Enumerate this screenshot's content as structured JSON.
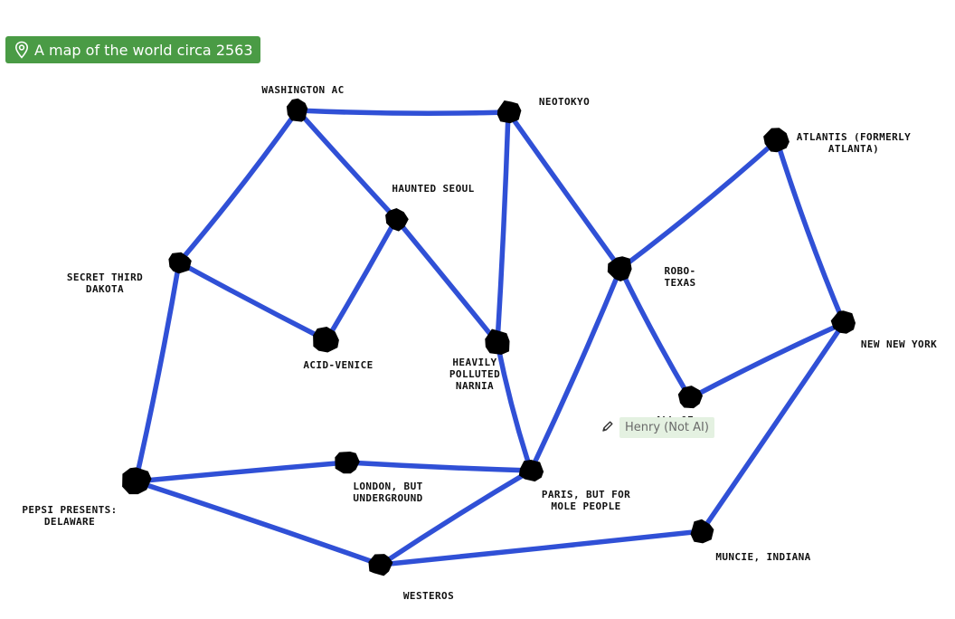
{
  "title": {
    "icon": "map-pin-icon",
    "text": "A map of the world circa 2563",
    "background": "#4a9b45"
  },
  "route_color": "#3050d6",
  "node_color": "#000000",
  "cities": [
    {
      "id": "washington-ac",
      "label": "WASHINGTON AC"
    },
    {
      "id": "neotokyo",
      "label": "NEOTOKYO"
    },
    {
      "id": "atlantis",
      "label": "ATLANTIS (FORMERLY\nATLANTA)"
    },
    {
      "id": "haunted-seoul",
      "label": "HAUNTED SEOUL"
    },
    {
      "id": "secret-third-dakota",
      "label": "SECRET THIRD\nDAKOTA"
    },
    {
      "id": "robo-texas",
      "label": "ROBO-\nTEXAS"
    },
    {
      "id": "acid-venice",
      "label": "ACID-VENICE"
    },
    {
      "id": "heavily-polluted-narnia",
      "label": "HEAVILY\nPOLLUTED\nNARNIA"
    },
    {
      "id": "new-new-york",
      "label": "NEW NEW YORK"
    },
    {
      "id": "all-of-canada",
      "label": "ALL OF\nCANADA"
    },
    {
      "id": "london-underground",
      "label": "LONDON, BUT\nUNDERGROUND"
    },
    {
      "id": "paris-mole-people",
      "label": "PARIS, BUT FOR\nMOLE PEOPLE"
    },
    {
      "id": "pepsi-delaware",
      "label": "PEPSI PRESENTS:\nDELAWARE"
    },
    {
      "id": "muncie-indiana",
      "label": "MUNCIE, INDIANA"
    },
    {
      "id": "westeros",
      "label": "WESTEROS"
    }
  ],
  "routes": [
    [
      "washington-ac",
      "neotokyo"
    ],
    [
      "washington-ac",
      "secret-third-dakota"
    ],
    [
      "washington-ac",
      "haunted-seoul"
    ],
    [
      "haunted-seoul",
      "acid-venice"
    ],
    [
      "haunted-seoul",
      "heavily-polluted-narnia"
    ],
    [
      "secret-third-dakota",
      "acid-venice"
    ],
    [
      "secret-third-dakota",
      "pepsi-delaware"
    ],
    [
      "neotokyo",
      "heavily-polluted-narnia"
    ],
    [
      "neotokyo",
      "robo-texas"
    ],
    [
      "robo-texas",
      "atlantis"
    ],
    [
      "robo-texas",
      "all-of-canada"
    ],
    [
      "robo-texas",
      "paris-mole-people"
    ],
    [
      "atlantis",
      "new-new-york"
    ],
    [
      "new-new-york",
      "all-of-canada"
    ],
    [
      "new-new-york",
      "muncie-indiana"
    ],
    [
      "heavily-polluted-narnia",
      "paris-mole-people"
    ],
    [
      "pepsi-delaware",
      "london-underground"
    ],
    [
      "london-underground",
      "paris-mole-people"
    ],
    [
      "pepsi-delaware",
      "westeros"
    ],
    [
      "paris-mole-people",
      "westeros"
    ],
    [
      "westeros",
      "muncie-indiana"
    ]
  ],
  "author_tag": {
    "icon": "pencil-icon",
    "text": "Henry (Not AI)"
  }
}
